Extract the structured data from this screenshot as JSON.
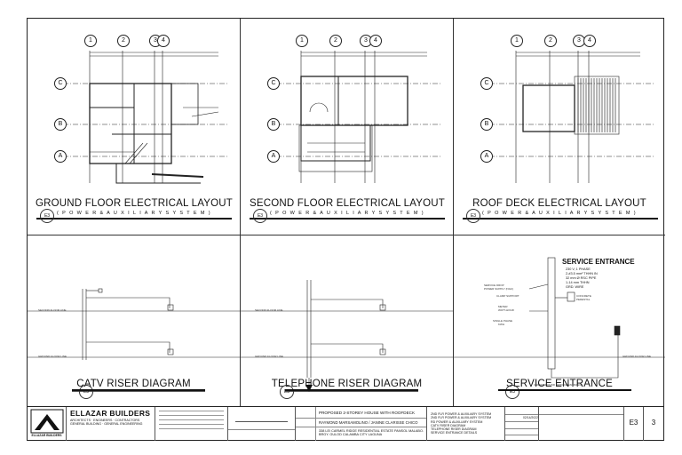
{
  "panels": [
    {
      "title": "GROUND FLOOR ELECTRICAL LAYOUT",
      "subtitle": "( P O W E R  &  A U X I L I A R Y  S Y S T E M )",
      "sheet_ref": "E3"
    },
    {
      "title": "SECOND FLOOR ELECTRICAL LAYOUT",
      "subtitle": "( P O W E R  &  A U X I L I A R Y  S Y S T E M )",
      "sheet_ref": "E3"
    },
    {
      "title": "ROOF DECK ELECTRICAL LAYOUT",
      "subtitle": "( P O W E R  &  A U X I L I A R Y  S Y S T E M )",
      "sheet_ref": "E3"
    },
    {
      "title": "CATV RISER DIAGRAM",
      "sheet_ref": "E3"
    },
    {
      "title": "TELEPHONE RISER DIAGRAM",
      "sheet_ref": "E3"
    },
    {
      "title": "SERVICE ENTRANCE",
      "sheet_ref": "E3"
    }
  ],
  "grid": {
    "columns": [
      "1",
      "2",
      "3",
      "4"
    ],
    "rows": [
      "C",
      "B",
      "A"
    ]
  },
  "riser": {
    "ground_floor_line": "GROUND FLOOR LINE",
    "second_floor_line": "SECOND FLOOR LINE"
  },
  "service": {
    "heading": "SERVICE ENTRANCE",
    "spec": [
      "230 V, 1 PHASE",
      "2-#3.5 mm² THHN IN",
      "32 mm Ø RSC PIPE",
      "1-14 mm THHN",
      "GRD. WIRE"
    ],
    "labels": [
      "SERVICE DROP",
      "POWER SUPPLY (NGC)",
      "CLAMP SUPPORT",
      "METER",
      "WATT-HOUR",
      "CONCRETE",
      "PEDESTAL",
      "SINGLE PHASE",
      "KWH",
      "UNDERGROUND SERVICE ENTRANCE",
      "GROUND FLOOR LINE"
    ]
  },
  "titleblock": {
    "company": "ELLAZAR BUILDERS",
    "logo": "ELLAZAR BUILDERS",
    "services": [
      "ARCHITECTS",
      "ENGINEERS",
      "CONTRACTORS",
      "GENERAL BUILDING",
      "GENERAL ENGINEERING"
    ],
    "project": "PROPOSED 2-STOREY HOUSE WITH ROOFDECK",
    "owner": "RAYMOND MARSAMOLINO / JANINE CLARISSE CHICO",
    "location": "338 LEI CARMEL RIDGE RESIDENTIAL ESTATE PANSOL MALABO. BRGY. GULOD CALAMBA CITY LAGUNA",
    "contents": [
      "2ND FLR POWER & AUXILIARY SYSTEM",
      "2ND FLR POWER & AUXILIARY SYSTEM",
      "RD POWER & AUXILIARY SYSTEM",
      "CATV RISER DIAGRAM",
      "TELEPHONE RISER DIAGRAM",
      "SERVICE ENTRANCE DETAILS"
    ],
    "sheet_no": "E3",
    "sheet_total": "3",
    "date": "02/14/2022"
  }
}
